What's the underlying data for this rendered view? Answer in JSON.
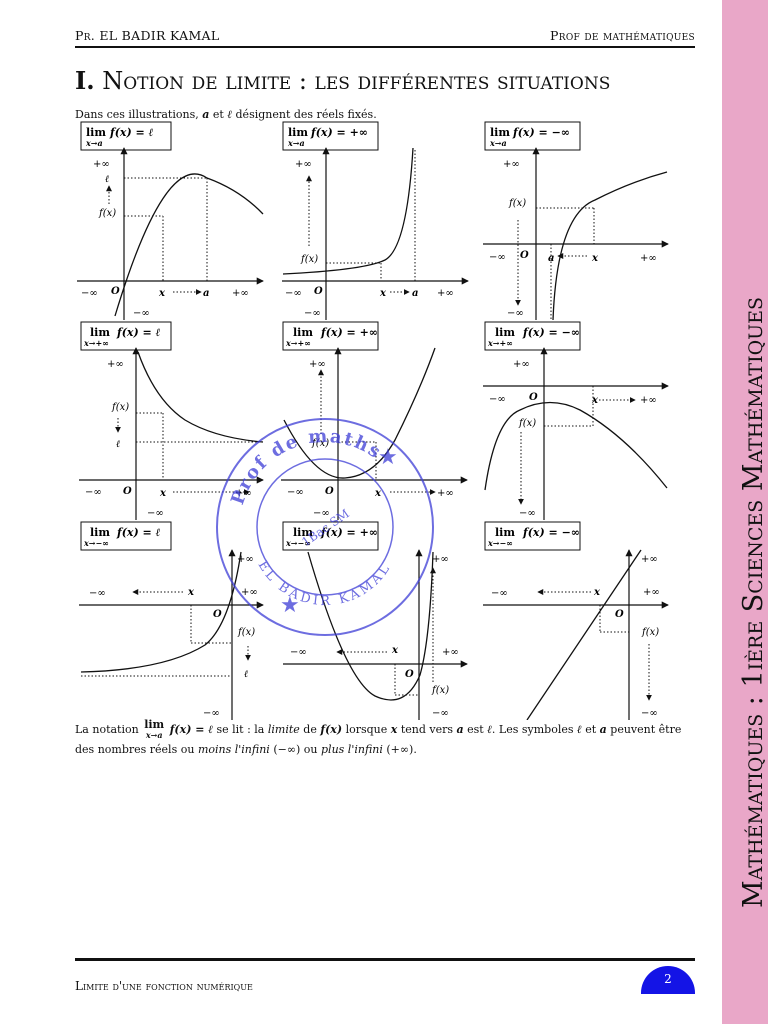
{
  "header": {
    "author": "Pr. EL BADIR KAMAL",
    "role": "Prof de mathématiques"
  },
  "title": {
    "number": "I.",
    "text": "Notion de limite : les différentes situations"
  },
  "intro": {
    "prefix": "Dans ces illustrations,",
    "a": "a",
    "and": "et",
    "l": "ℓ",
    "suffix": "désignent des réels fixés."
  },
  "sidebar": {
    "text": "Mathématiques : 1ière Sciences Mathématiques"
  },
  "figures": {
    "r1c1": {
      "lim": "lim",
      "sub": "x→a",
      "expr": "f(x) = ℓ"
    },
    "r1c2": {
      "lim": "lim",
      "sub": "x→a",
      "expr": "f(x) = +∞"
    },
    "r1c3": {
      "lim": "lim",
      "sub": "x→a",
      "expr": "f(x) = −∞"
    },
    "r2c1": {
      "lim": "lim",
      "sub": "x→+∞",
      "expr": "f(x) = ℓ"
    },
    "r2c2": {
      "lim": "lim",
      "sub": "x→+∞",
      "expr": "f(x) = +∞"
    },
    "r2c3": {
      "lim": "lim",
      "sub": "x→+∞",
      "expr": "f(x) = −∞"
    },
    "r3c1": {
      "lim": "lim",
      "sub": "x→−∞",
      "expr": "f(x) = ℓ"
    },
    "r3c2": {
      "lim": "lim",
      "sub": "x→−∞",
      "expr": "f(x) = +∞"
    },
    "r3c3": {
      "lim": "lim",
      "sub": "x→−∞",
      "expr": "f(x) = −∞"
    }
  },
  "labels": {
    "plus_inf": "+∞",
    "minus_inf": "−∞",
    "origin": "O",
    "x": "x",
    "a": "a",
    "l": "ℓ",
    "fx": "f(x)"
  },
  "note": {
    "p1": "La notation",
    "lim": "lim",
    "sub": "x→a",
    "expr": "f(x) = ℓ",
    "p2": "se lit : la",
    "limite": "limite",
    "p3": "de",
    "fx": "f(x)",
    "p4": "lorsque",
    "x": "x",
    "p5": "tend vers",
    "a": "a",
    "p6": "est",
    "l": "ℓ",
    "p7": ". Les symboles",
    "l2": "ℓ",
    "p8": "et",
    "a2": "a",
    "p9": "peuvent être des nombres réels ou",
    "minf_word": "moins l'infini",
    "minf": "(−∞)",
    "p10": "ou",
    "pinf_word": "plus l'infini",
    "pinf": "(+∞)."
  },
  "stamp": {
    "top": "Prof de maths",
    "bottom": "EL BADIR KAMAL",
    "center": "1Bac SM"
  },
  "footer": {
    "text": "Limite d'une fonction numérique",
    "page": "2"
  },
  "colors": {
    "sidebar": "#e9a7c8",
    "page_badge": "#1414e6",
    "stamp": "#3d3dd6"
  }
}
